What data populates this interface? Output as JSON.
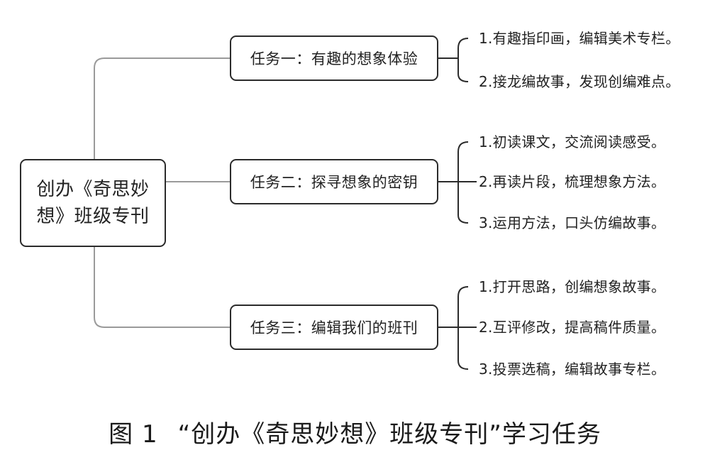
{
  "root": {
    "line1": "创办《奇思妙",
    "line2": "想》班级专刊"
  },
  "tasks": [
    {
      "label": "任务一：有趣的想象体验",
      "items": [
        "1.有趣指印画，编辑美术专栏。",
        "2.接龙编故事，发现创编难点。"
      ]
    },
    {
      "label": "任务二：探寻想象的密钥",
      "items": [
        "1.初读课文，交流阅读感受。",
        "2.再读片段，梳理想象方法。",
        "3.运用方法，口头仿编故事。"
      ]
    },
    {
      "label": "任务三：编辑我们的班刊",
      "items": [
        "1.打开思路，创编想象故事。",
        "2.互评修改，提高稿件质量。",
        "3.投票选稿，编辑故事专栏。"
      ]
    }
  ],
  "caption": {
    "figure": "图 1",
    "title": "“创办《奇思妙想》班级专刊”学习任务"
  }
}
